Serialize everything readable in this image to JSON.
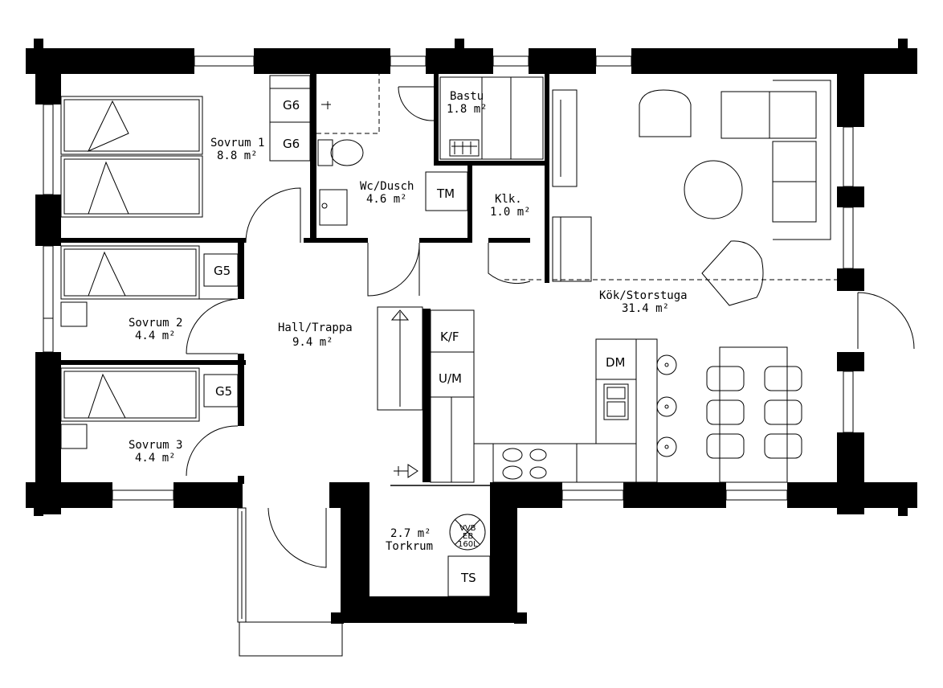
{
  "rooms": {
    "sovrum1": {
      "name": "Sovrum 1",
      "area": "8.8 m²"
    },
    "sovrum2": {
      "name": "Sovrum 2",
      "area": "4.4 m²"
    },
    "sovrum3": {
      "name": "Sovrum 3",
      "area": "4.4 m²"
    },
    "wc": {
      "name": "Wc/Dusch",
      "area": "4.6 m²"
    },
    "bastu": {
      "name": "Bastu",
      "area": "1.8 m²"
    },
    "klk": {
      "name": "Klk.",
      "area": "1.0 m²"
    },
    "hall": {
      "name": "Hall/Trappa",
      "area": "9.4 m²"
    },
    "kok": {
      "name": "Kök/Storstuga",
      "area": "31.4 m²"
    },
    "torkrum": {
      "name": "Torkrum",
      "area": "2.7 m²"
    }
  },
  "fixtures": {
    "g6a": "G6",
    "g6b": "G6",
    "g5a": "G5",
    "g5b": "G5",
    "tm": "TM",
    "kf": "K/F",
    "um": "U/M",
    "dm": "DM",
    "ts": "TS",
    "vvb_line1": "VVB",
    "vvb_line2": "EB",
    "vvb_line3": "160L"
  }
}
